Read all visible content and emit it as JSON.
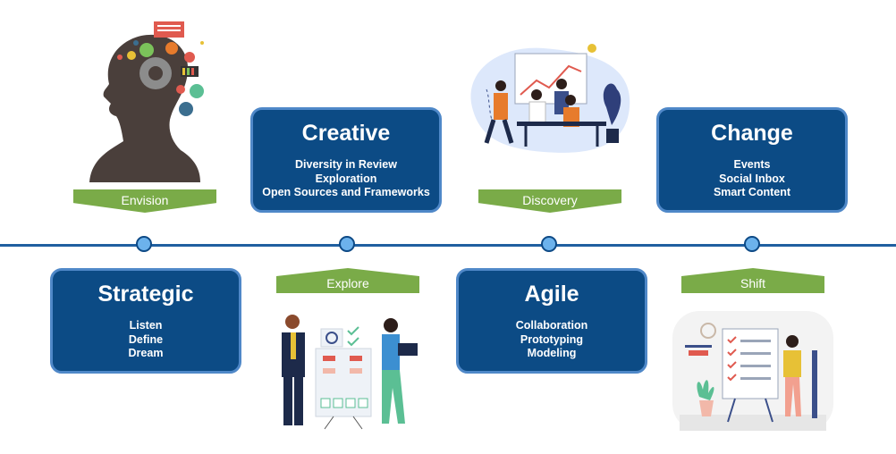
{
  "stages": [
    {
      "key": "envision",
      "tag": "Envision",
      "title": "Strategic",
      "items": [
        "Listen",
        "Define",
        "Dream"
      ]
    },
    {
      "key": "explore",
      "tag": "Explore",
      "title": "Creative",
      "items": [
        "Diversity in Review",
        "Exploration",
        "Open Sources and Frameworks"
      ]
    },
    {
      "key": "discovery",
      "tag": "Discovery",
      "title": "Agile",
      "items": [
        "Collaboration",
        "Prototyping",
        "Modeling"
      ]
    },
    {
      "key": "shift",
      "tag": "Shift",
      "title": "Change",
      "items": [
        "Events",
        "Social Inbox",
        "Smart Content"
      ]
    }
  ],
  "colors": {
    "card": "#0c4b85",
    "card_border": "#4f88c8",
    "tag": "#7aab48",
    "line": "#1f5fa0",
    "node": "#6cb2ec"
  },
  "illustrations": [
    "head-with-ideas-icon",
    "presenters-with-flowchart-illustration",
    "team-meeting-illustration",
    "woman-with-checklist-illustration"
  ]
}
